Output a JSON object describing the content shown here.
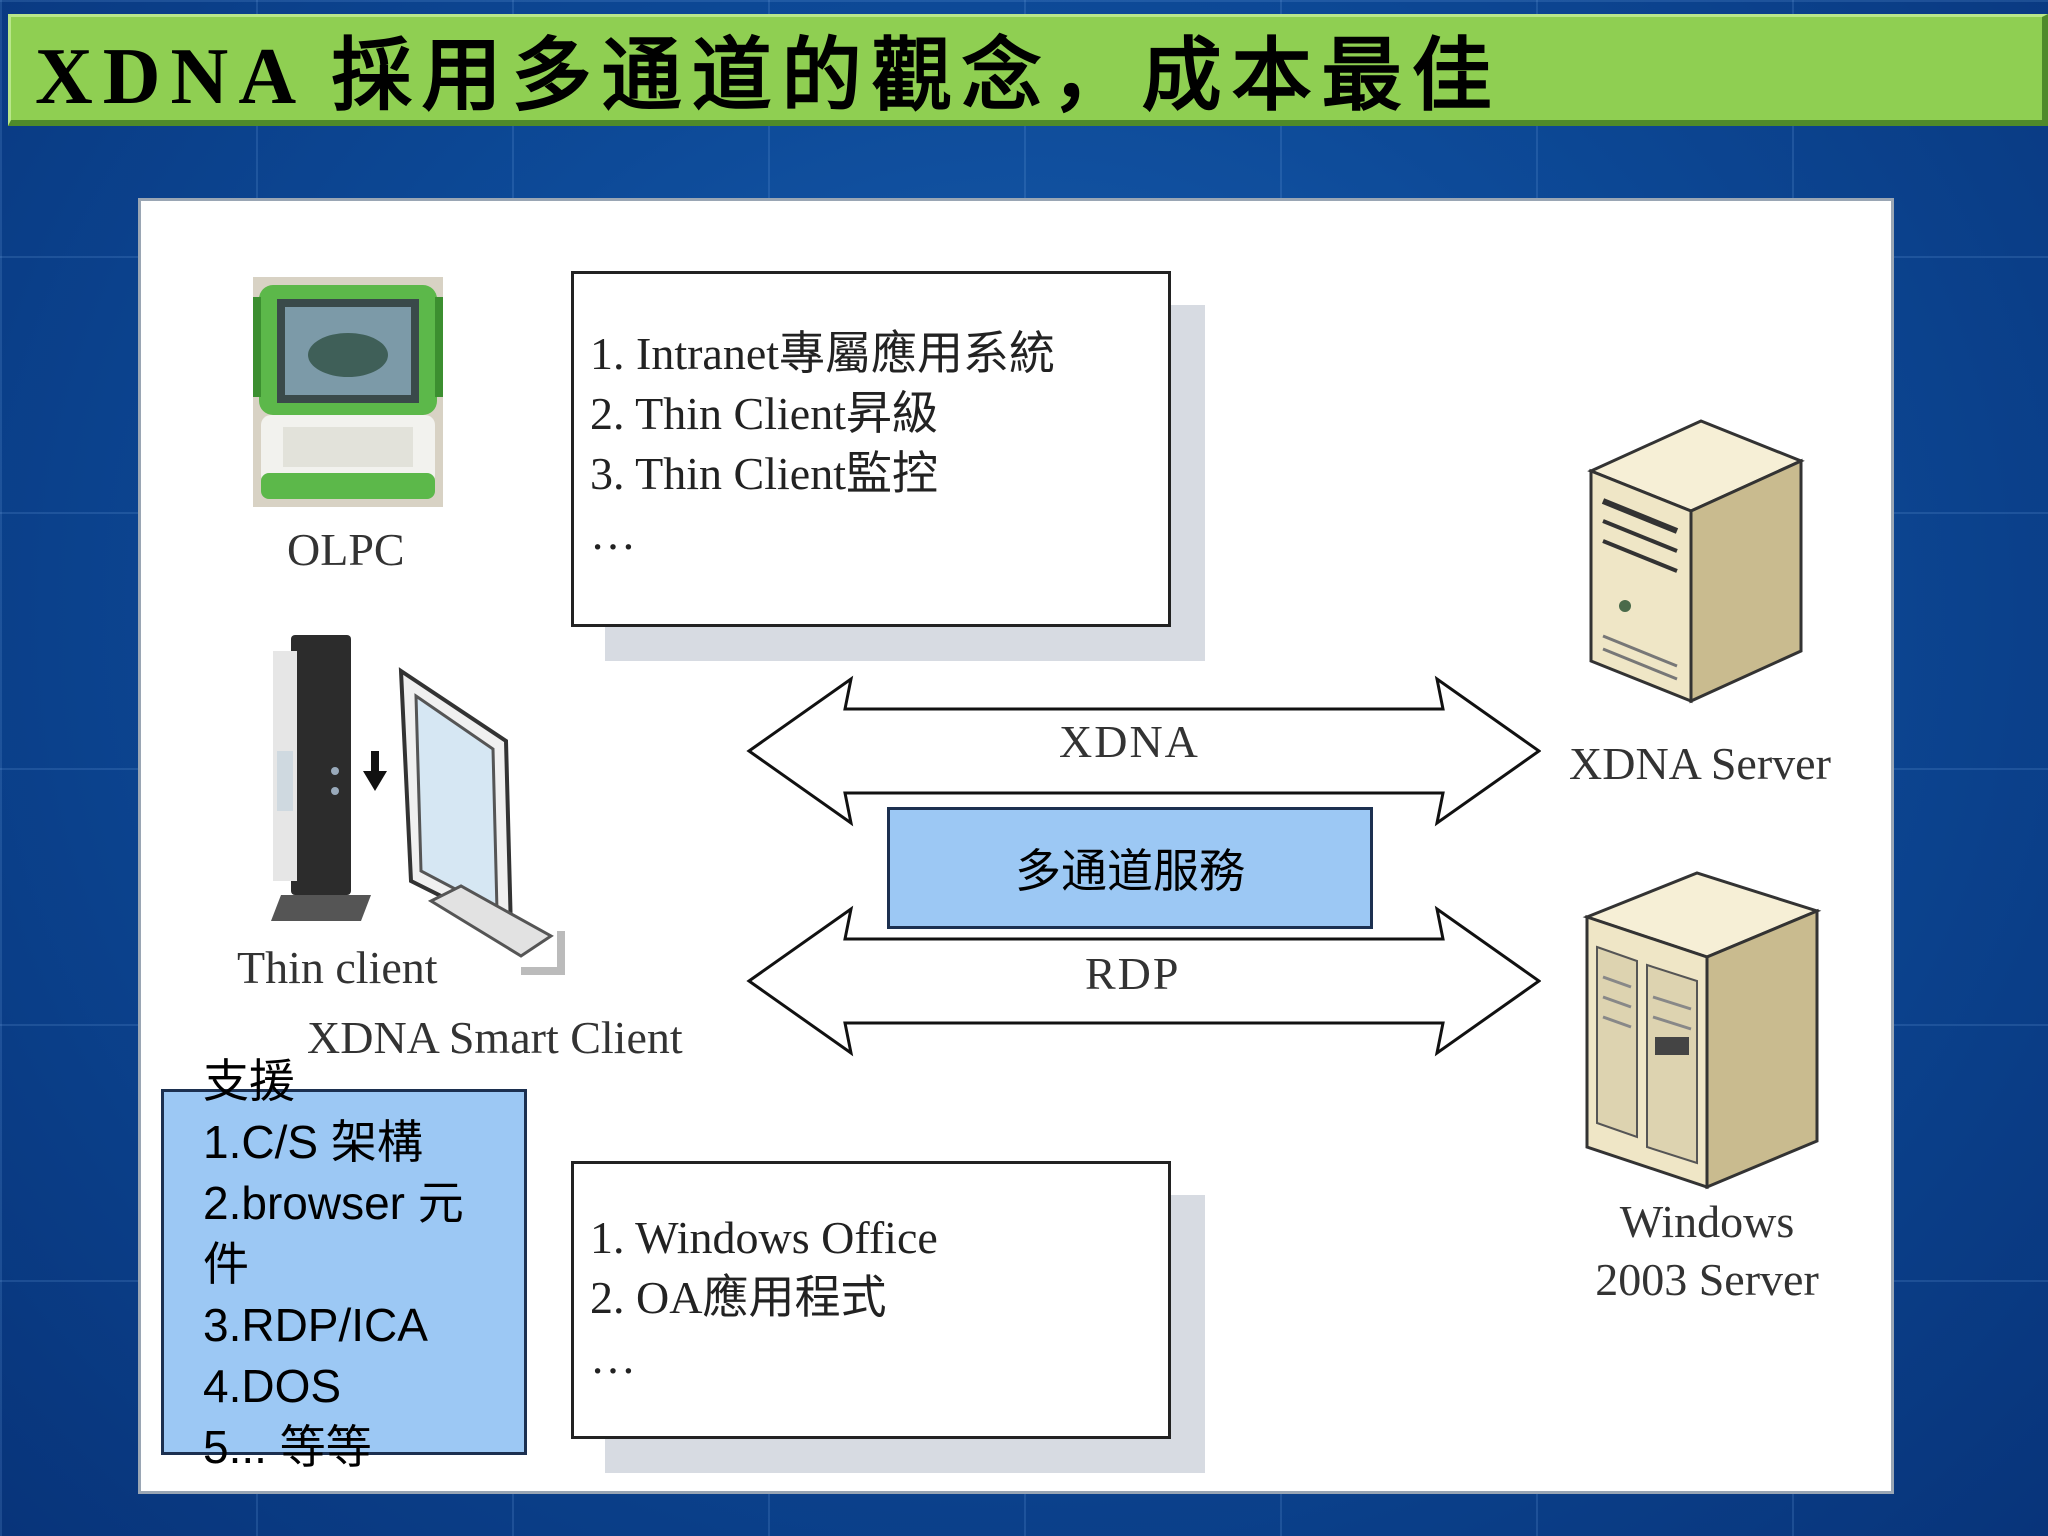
{
  "title": "XDNA  採用多通道的觀念，成本最佳",
  "devices": {
    "olpc_label": "OLPC",
    "thin_client_label": "Thin client",
    "smart_client_label": "XDNA Smart Client",
    "xdna_server_label": "XDNA Server",
    "windows_server_line1": "Windows",
    "windows_server_line2": "2003 Server"
  },
  "top_box": {
    "lines": [
      "1. Intranet專屬應用系統",
      "2. Thin Client昇級",
      "3. Thin Client監控",
      "…"
    ]
  },
  "bottom_box": {
    "lines": [
      "1. Windows Office",
      "2. OA應用程式",
      "…"
    ]
  },
  "arrows": {
    "upper_label": "XDNA",
    "lower_label": "RDP"
  },
  "multichannel_label": "多通道服務",
  "support": {
    "heading": "支援",
    "items": [
      "1.C/S 架構",
      "2.browser 元",
      "件",
      "3.RDP/ICA",
      "4.DOS",
      "5... 等等"
    ]
  },
  "colors": {
    "title_bar": "#8fcf52",
    "background": "#0d4a98",
    "highlight_box": "#9cc8f4"
  }
}
